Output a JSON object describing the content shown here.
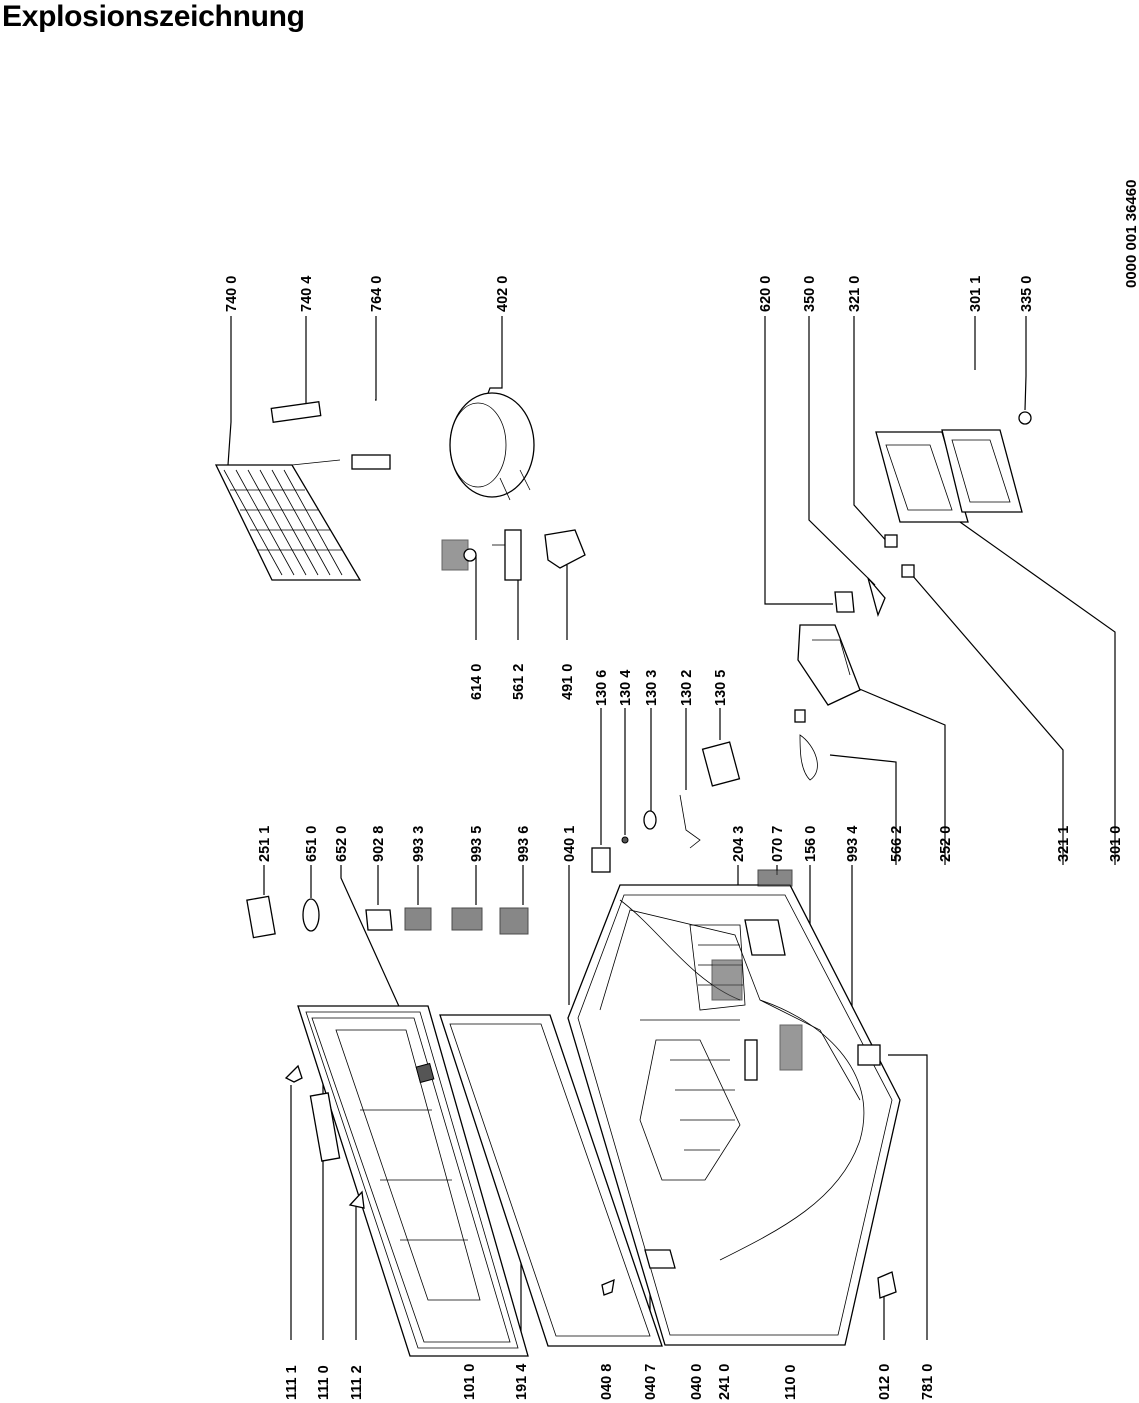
{
  "title": "Explosionszeichnung",
  "document_number": "0000 001 36460",
  "callouts": {
    "c1111": "111 1",
    "c1110": "111 0",
    "c1112": "111 2",
    "c1010": "101 0",
    "c1914": "191 4",
    "c0408": "040 8",
    "c0407": "040 7",
    "c0400": "040 0",
    "c2410": "241 0",
    "c1100": "110 0",
    "c0120": "012 0",
    "c7810": "781 0",
    "c2511": "251 1",
    "c6510": "651 0",
    "c6520": "652 0",
    "c9028": "902 8",
    "c9933": "993 3",
    "c9935": "993 5",
    "c9936": "993 6",
    "c0401": "040 1",
    "c1306": "130 6",
    "c1304": "130 4",
    "c1303": "130 3",
    "c1302": "130 2",
    "c1305": "130 5",
    "c2043": "204 3",
    "c0707": "070 7",
    "c1560": "156 0",
    "c9934": "993 4",
    "c5662": "566 2",
    "c2520": "252 0",
    "c3211": "321 1",
    "c3010": "301 0",
    "c6140": "614 0",
    "c5612": "561 2",
    "c4910": "491 0",
    "c7400": "740 0",
    "c7404": "740 4",
    "c7640": "764 0",
    "c4020": "402 0",
    "c6200": "620 0",
    "c3500": "350 0",
    "c3210": "321 0",
    "c3011": "301 1",
    "c3350": "335 0"
  }
}
